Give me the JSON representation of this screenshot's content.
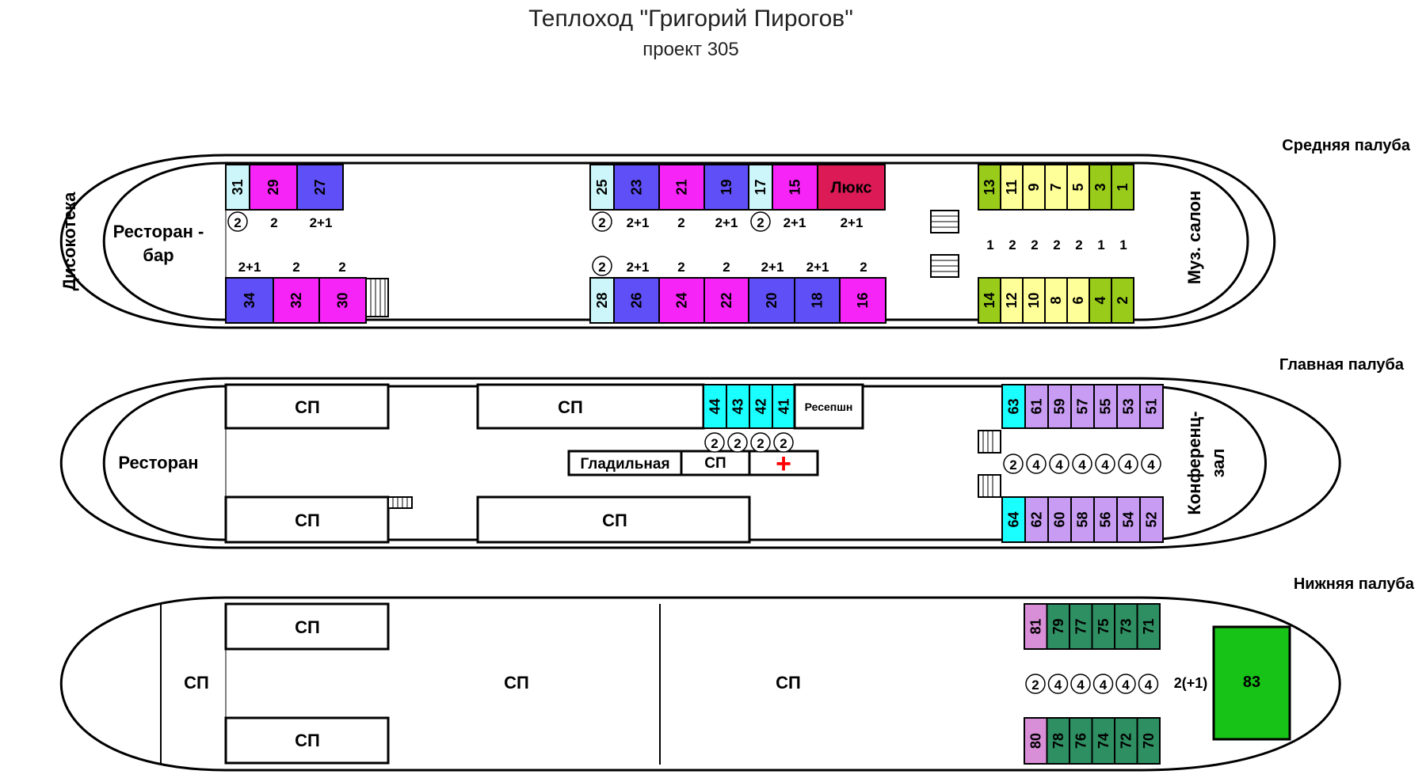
{
  "header": {
    "title": "Теплоход \"Григорий Пирогов\"",
    "subtitle": "проект 305"
  },
  "colors": {
    "lightblue": "#ccf6f9",
    "purple": "#5f4ff6",
    "magenta": "#f624f6",
    "crimson": "#dc1a56",
    "olive": "#99cc1a",
    "yellow": "#ffff99",
    "cyan": "#1affff",
    "lavender": "#c89cf2",
    "darkgreen": "#2e8f62",
    "pink": "#d88fd8",
    "green": "#18c318"
  },
  "middle_deck": {
    "label": "Средняя палуба",
    "disco": "Дисокотека",
    "restaurant_line1": "Ресторан -",
    "restaurant_line2": "бар",
    "music_salon": "Муз. салон",
    "cabins_top": [
      {
        "n": "31",
        "c": "lightblue"
      },
      {
        "n": "29",
        "c": "magenta"
      },
      {
        "n": "27",
        "c": "purple"
      },
      {
        "n": "25",
        "c": "lightblue"
      },
      {
        "n": "23",
        "c": "purple"
      },
      {
        "n": "21",
        "c": "magenta"
      },
      {
        "n": "19",
        "c": "purple"
      },
      {
        "n": "17",
        "c": "lightblue"
      },
      {
        "n": "15",
        "c": "magenta"
      },
      {
        "n": "Люкс",
        "c": "crimson"
      },
      {
        "n": "13",
        "c": "olive"
      },
      {
        "n": "11",
        "c": "yellow"
      },
      {
        "n": "9",
        "c": "yellow"
      },
      {
        "n": "7",
        "c": "yellow"
      },
      {
        "n": "5",
        "c": "yellow"
      },
      {
        "n": "3",
        "c": "olive"
      },
      {
        "n": "1",
        "c": "olive"
      }
    ],
    "cabins_bottom": [
      {
        "n": "34",
        "c": "purple"
      },
      {
        "n": "32",
        "c": "magenta"
      },
      {
        "n": "30",
        "c": "magenta"
      },
      {
        "n": "28",
        "c": "lightblue"
      },
      {
        "n": "26",
        "c": "purple"
      },
      {
        "n": "24",
        "c": "magenta"
      },
      {
        "n": "22",
        "c": "magenta"
      },
      {
        "n": "20",
        "c": "purple"
      },
      {
        "n": "18",
        "c": "purple"
      },
      {
        "n": "16",
        "c": "magenta"
      },
      {
        "n": "14",
        "c": "olive"
      },
      {
        "n": "12",
        "c": "yellow"
      },
      {
        "n": "10",
        "c": "yellow"
      },
      {
        "n": "8",
        "c": "yellow"
      },
      {
        "n": "6",
        "c": "yellow"
      },
      {
        "n": "4",
        "c": "olive"
      },
      {
        "n": "2",
        "c": "olive"
      }
    ],
    "capacity_top": [
      "2",
      "2",
      "2+1",
      "2",
      "2+1",
      "2",
      "2+1",
      "2",
      "2+1",
      "2+1"
    ],
    "capacity_bottom": [
      "2+1",
      "2",
      "2",
      "2",
      "2+1",
      "2",
      "2",
      "2+1",
      "2+1",
      "2"
    ],
    "capacity_bow": [
      "1",
      "2",
      "2",
      "2",
      "2",
      "1",
      "1"
    ]
  },
  "main_deck": {
    "label": "Главная палуба",
    "restaurant": "Ресторан",
    "service": "СП",
    "ironing": "Гладильная",
    "reception": "Ресепшн",
    "conference_line1": "Конференц-",
    "conference_line2": "зал",
    "first_aid": "+",
    "cabins_center": [
      {
        "n": "44",
        "c": "cyan"
      },
      {
        "n": "43",
        "c": "cyan"
      },
      {
        "n": "42",
        "c": "cyan"
      },
      {
        "n": "41",
        "c": "cyan"
      }
    ],
    "capacity_center": [
      "2",
      "2",
      "2",
      "2"
    ],
    "cabins_top": [
      {
        "n": "63",
        "c": "cyan"
      },
      {
        "n": "61",
        "c": "lavender"
      },
      {
        "n": "59",
        "c": "lavender"
      },
      {
        "n": "57",
        "c": "lavender"
      },
      {
        "n": "55",
        "c": "lavender"
      },
      {
        "n": "53",
        "c": "lavender"
      },
      {
        "n": "51",
        "c": "lavender"
      }
    ],
    "cabins_bottom": [
      {
        "n": "64",
        "c": "cyan"
      },
      {
        "n": "62",
        "c": "lavender"
      },
      {
        "n": "60",
        "c": "lavender"
      },
      {
        "n": "58",
        "c": "lavender"
      },
      {
        "n": "56",
        "c": "lavender"
      },
      {
        "n": "54",
        "c": "lavender"
      },
      {
        "n": "52",
        "c": "lavender"
      }
    ],
    "capacity_bow": [
      "2",
      "4",
      "4",
      "4",
      "4",
      "4",
      "4"
    ]
  },
  "lower_deck": {
    "label": "Нижняя палуба",
    "service": "СП",
    "cabins_top": [
      {
        "n": "81",
        "c": "pink"
      },
      {
        "n": "79",
        "c": "darkgreen"
      },
      {
        "n": "77",
        "c": "darkgreen"
      },
      {
        "n": "75",
        "c": "darkgreen"
      },
      {
        "n": "73",
        "c": "darkgreen"
      },
      {
        "n": "71",
        "c": "darkgreen"
      }
    ],
    "cabins_bottom": [
      {
        "n": "80",
        "c": "pink"
      },
      {
        "n": "78",
        "c": "darkgreen"
      },
      {
        "n": "76",
        "c": "darkgreen"
      },
      {
        "n": "74",
        "c": "darkgreen"
      },
      {
        "n": "72",
        "c": "darkgreen"
      },
      {
        "n": "70",
        "c": "darkgreen"
      }
    ],
    "capacity_bow": [
      "2",
      "4",
      "4",
      "4",
      "4",
      "4"
    ],
    "suite_capacity": "2(+1)",
    "suite": {
      "n": "83",
      "c": "green"
    }
  }
}
